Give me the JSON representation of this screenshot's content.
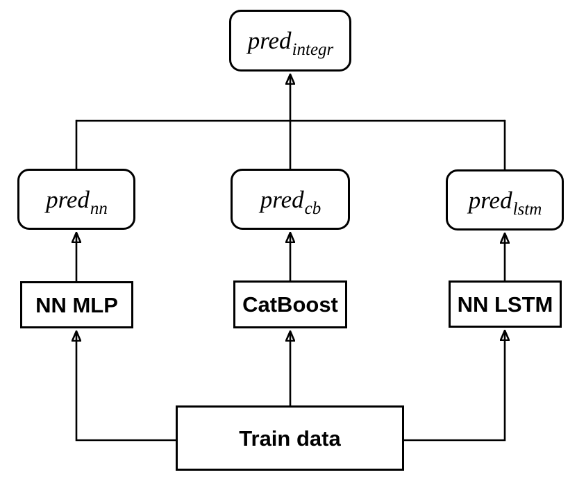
{
  "diagram": {
    "background_color": "#ffffff",
    "line_color": "#000000",
    "nodes": [
      {
        "id": "pred-integr",
        "shape": "rounded",
        "main": "pred",
        "sub": "integr"
      },
      {
        "id": "pred-nn",
        "shape": "rounded",
        "main": "pred",
        "sub": "nn"
      },
      {
        "id": "pred-cb",
        "shape": "rounded",
        "main": "pred",
        "sub": "cb"
      },
      {
        "id": "pred-lstm",
        "shape": "rounded",
        "main": "pred",
        "sub": "lstm"
      },
      {
        "id": "nn-mlp",
        "shape": "rect",
        "label": "NN MLP"
      },
      {
        "id": "catboost",
        "shape": "rect",
        "label": "CatBoost"
      },
      {
        "id": "nn-lstm",
        "shape": "rect",
        "label": "NN LSTM"
      },
      {
        "id": "train-data",
        "shape": "rect",
        "label": "Train data"
      }
    ],
    "edges": [
      {
        "from": "train-data",
        "to": "nn-mlp",
        "style": "elbow-left-up-arrow"
      },
      {
        "from": "train-data",
        "to": "catboost",
        "style": "straight-up-arrow"
      },
      {
        "from": "train-data",
        "to": "nn-lstm",
        "style": "elbow-right-up-arrow"
      },
      {
        "from": "nn-mlp",
        "to": "pred-nn",
        "style": "straight-up-arrow"
      },
      {
        "from": "catboost",
        "to": "pred-cb",
        "style": "straight-up-arrow"
      },
      {
        "from": "nn-lstm",
        "to": "pred-lstm",
        "style": "straight-up-arrow"
      },
      {
        "from": "pred-nn",
        "to": "pred-integr",
        "style": "bus-up-arrow"
      },
      {
        "from": "pred-cb",
        "to": "pred-integr",
        "style": "bus-up-arrow"
      },
      {
        "from": "pred-lstm",
        "to": "pred-integr",
        "style": "bus-up-arrow"
      }
    ]
  }
}
